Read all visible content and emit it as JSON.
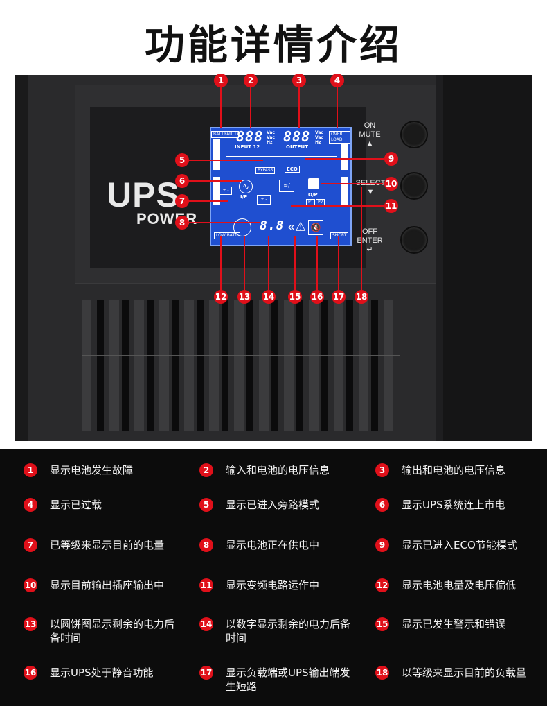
{
  "title": "功能详情介绍",
  "brand": {
    "ups": "UPS",
    "power": "POWER"
  },
  "lcd": {
    "batt_fault": "BATT.FAULT",
    "over_load": "OVER LOAD",
    "input_digits": "888",
    "input_caption": "INPUT 12",
    "output_digits": "888",
    "output_caption": "OUTPUT",
    "unit_vac1": "Vac",
    "unit_vac2": "Vac",
    "unit_hz": "Hz",
    "bypass": "BYPASS",
    "eco": "ECO",
    "ip": "I/P",
    "op": "O/P",
    "p1": "P1",
    "p2": "P2",
    "low_batt": "LOW BATT.",
    "short": "SHORT",
    "time_digits": "8.8"
  },
  "buttons": {
    "on": "ON",
    "mute": "MUTE",
    "select": "SELECT",
    "off": "OFF",
    "enter": "ENTER"
  },
  "markers": [
    "1",
    "2",
    "3",
    "4",
    "5",
    "6",
    "7",
    "8",
    "9",
    "10",
    "11",
    "12",
    "13",
    "14",
    "15",
    "16",
    "17",
    "18"
  ],
  "legend": [
    {
      "num": "1",
      "text": "显示电池发生故障"
    },
    {
      "num": "2",
      "text": "输入和电池的电压信息"
    },
    {
      "num": "3",
      "text": "输出和电池的电压信息"
    },
    {
      "num": "4",
      "text": "显示已过载"
    },
    {
      "num": "5",
      "text": "显示已进入旁路模式"
    },
    {
      "num": "6",
      "text": "显示UPS系统连上市电"
    },
    {
      "num": "7",
      "text": "已等级来显示目前的电量"
    },
    {
      "num": "8",
      "text": "显示电池正在供电中"
    },
    {
      "num": "9",
      "text": "显示已进入ECO节能模式"
    },
    {
      "num": "10",
      "text": "显示目前输出插座输出中"
    },
    {
      "num": "11",
      "text": "显示变频电路运作中"
    },
    {
      "num": "12",
      "text": "显示电池电量及电压偏低"
    },
    {
      "num": "13",
      "text": "以圆饼图显示剩余的电力后备时间"
    },
    {
      "num": "14",
      "text": "以数字显示剩余的电力后备时间"
    },
    {
      "num": "15",
      "text": "显示已发生警示和错误"
    },
    {
      "num": "16",
      "text": "显示UPS处于静音功能"
    },
    {
      "num": "17",
      "text": "显示负载端或UPS输出端发生短路"
    },
    {
      "num": "18",
      "text": "以等级来显示目前的负载量"
    }
  ]
}
